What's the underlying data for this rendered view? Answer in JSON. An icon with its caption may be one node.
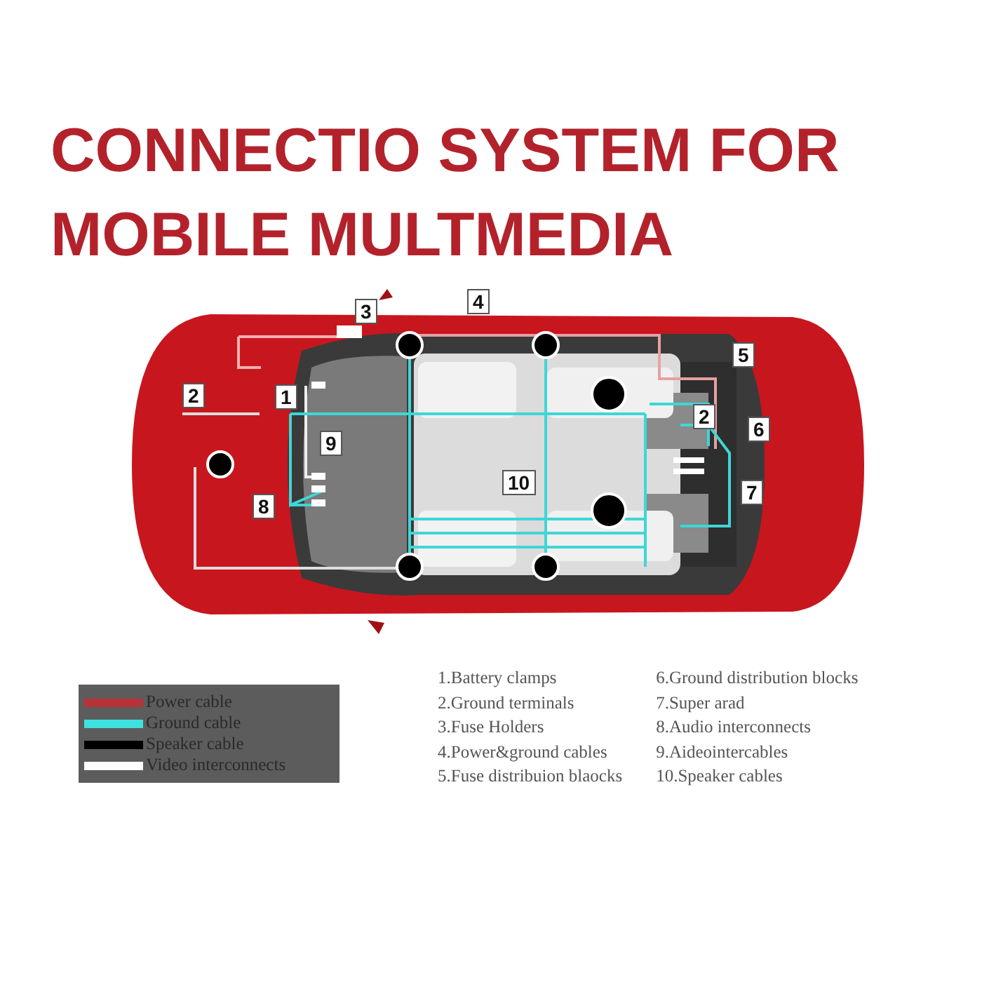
{
  "diagram": {
    "title": "CONNECTIO SYSTEM FOR MOBILE MULTMEDIA",
    "labels": [
      "3",
      "4",
      "2",
      "1",
      "9",
      "8",
      "10",
      "5",
      "2",
      "6",
      "7",
      "1.Battery clamps",
      "2.Ground terminals",
      "3.Fuse Holders",
      "4.Power&ground cables",
      "5.Fuse distribuion blaocks",
      "6.Ground distribution blocks",
      "7.Super arad",
      "8.Audio interconnects",
      "9.Aideointercables",
      "10.Speaker cables"
    ],
    "legend": [
      {
        "text": "Power cable",
        "color": "#b8323a"
      },
      {
        "text": "Ground cable",
        "color": "#3fe0e0"
      },
      {
        "text": "Speaker cable",
        "color": "#000000"
      },
      {
        "text": "Video interconnects",
        "color": "#ffffff"
      }
    ]
  }
}
